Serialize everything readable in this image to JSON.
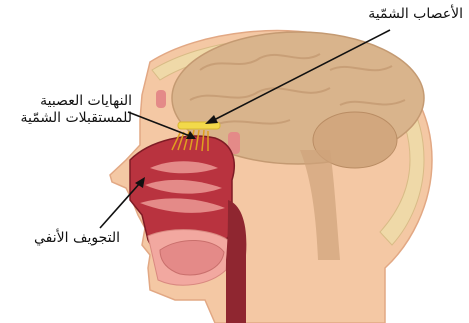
{
  "labels": {
    "olfactory_nerves": "الأعصاب الشمّية",
    "nerve_endings_line1": "النهايات العصبية",
    "nerve_endings_line2": "للمستقبلات الشمّية",
    "nasal_cavity": "التجويف الأنفي"
  },
  "colors": {
    "skin": "#f4c8a4",
    "skin_shadow": "#e2a884",
    "brain": "#d9b48c",
    "brain_fold": "#c49a72",
    "nasal_cavity": "#b9333f",
    "nasal_dark": "#7e1b25",
    "tissue_pink": "#e48a88",
    "bone": "#efd9a8",
    "olfactory_nerve": "#f2d94a",
    "arrow": "#111111"
  }
}
